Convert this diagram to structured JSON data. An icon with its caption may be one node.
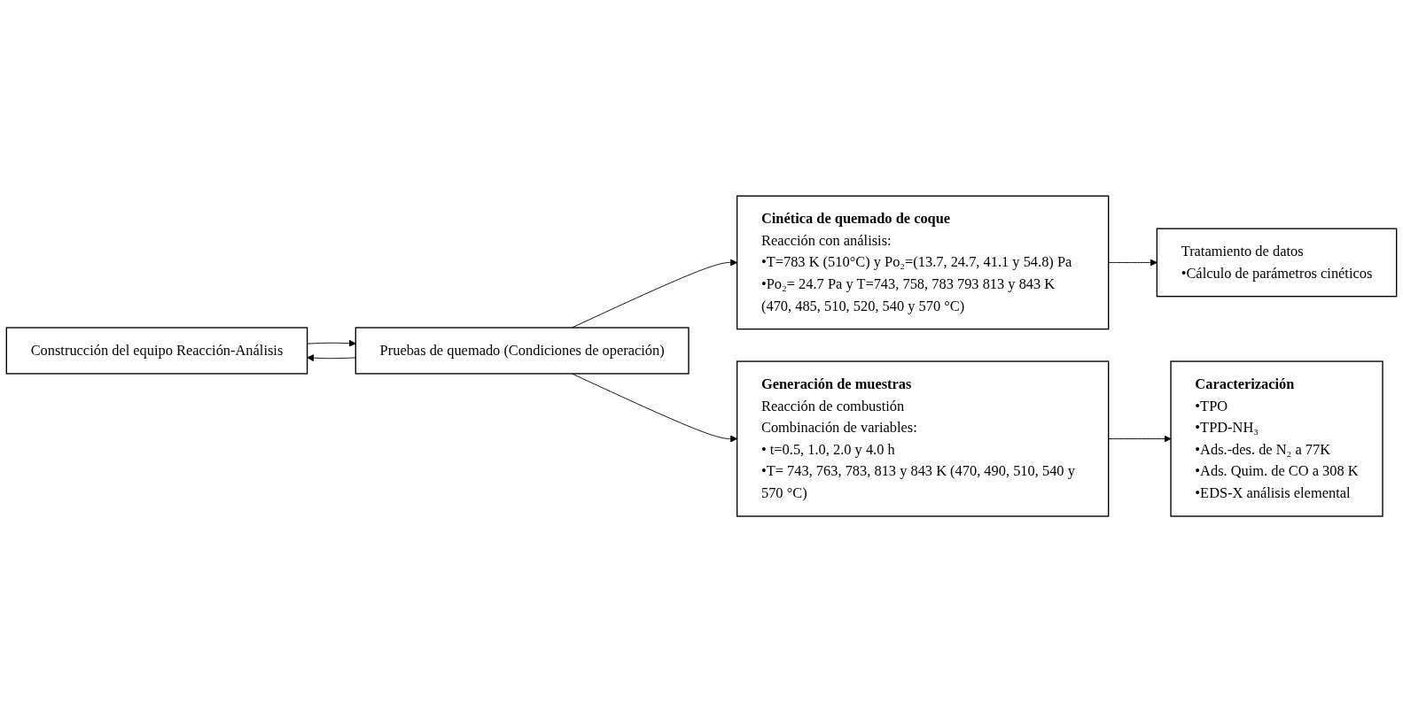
{
  "diagram": {
    "nodes": [
      {
        "text": [
          "Construcción del equipo Reacción-Análisis"
        ]
      },
      {
        "text": [
          "Pruebas de quemado (Condiciones de operación)"
        ]
      },
      {
        "text": [
          "Cinética de quemado de coque",
          "Reacción con análisis:",
          "•T=783 K (510°C) y Po₂=(13.7, 24.7, 41.1 y 54.8) Pa",
          "•Po₂= 24.7 Pa y T=743, 758, 783 793 813 y 843 K (470, 485, 510, 520, 540 y 570 °C)"
        ]
      },
      {
        "text": [
          "Tratamiento de datos",
          "•Cálculo de parámetros cinéticos"
        ]
      },
      {
        "text": [
          "Generación de muestras",
          "Reacción de combustión",
          "Combinación de variables:",
          "• t=0.5, 1.0, 2.0 y 4.0 h",
          "•T= 743, 763, 783, 813 y 843 K (470, 490, 510, 540 y 570 °C)"
        ]
      },
      {
        "text": [
          "Caracterización",
          "•TPO",
          "•TPD-NH₃",
          "•Ads.-des. de N₂ a 77K",
          "•Ads. Quim. de CO a 308 K",
          "•EDS-X análisis elemental"
        ]
      }
    ],
    "edges": [
      {
        "from": 1,
        "to": 0,
        "arrow": "to"
      },
      {
        "from": 0,
        "to": 1,
        "arrow": "to"
      },
      {
        "from": 1,
        "to": 2,
        "arrow": "to"
      },
      {
        "from": 1,
        "to": 4,
        "arrow": "to"
      },
      {
        "from": 2,
        "to": 3,
        "arrow": "to"
      },
      {
        "from": 4,
        "to": 5,
        "arrow": "to"
      }
    ]
  }
}
